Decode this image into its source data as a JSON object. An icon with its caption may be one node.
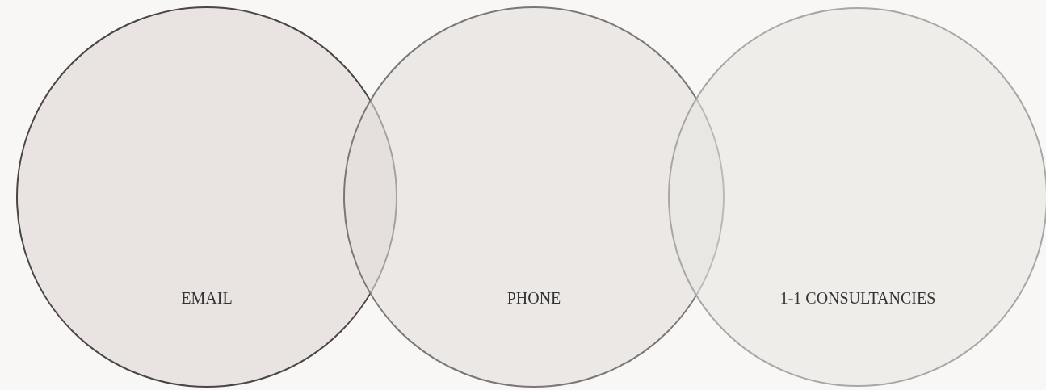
{
  "diagram": {
    "nodes": [
      {
        "text": [
          "EMAIL"
        ]
      },
      {
        "text": [
          "PHONE"
        ]
      },
      {
        "text": [
          "1-1 CONSULTANCIES"
        ]
      }
    ]
  }
}
